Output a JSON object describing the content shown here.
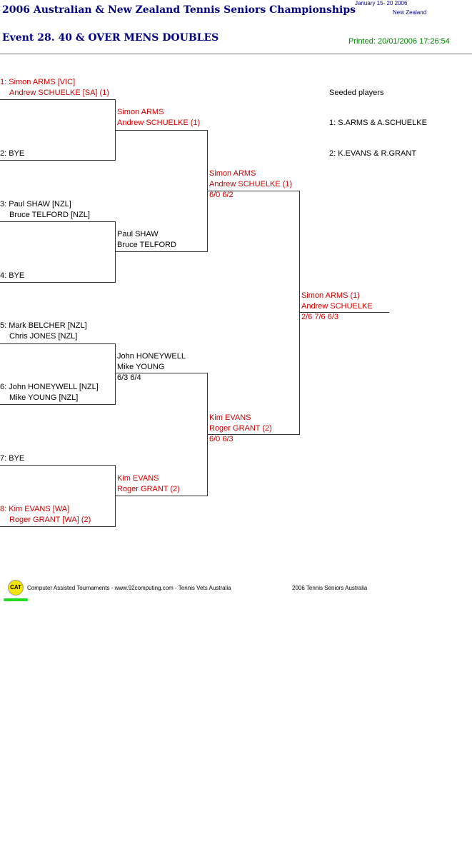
{
  "header": {
    "title": "2006 Australian & New Zealand Tennis Seniors Championships",
    "dates": "January  15- 20 2006",
    "location": "New Zealand",
    "event": "Event 28. 40 & OVER MENS DOUBLES",
    "printed": "Printed: 20/01/2006 17:26:54"
  },
  "round1": [
    {
      "line1": "1: Simon ARMS [VIC]",
      "line2": "Andrew SCHUELKE [SA] (1)",
      "seeded": true
    },
    {
      "line1": "2: BYE",
      "line2": "",
      "seeded": false
    },
    {
      "line1": "3: Paul SHAW [NZL]",
      "line2": "Bruce TELFORD [NZL]",
      "seeded": false
    },
    {
      "line1": "4: BYE",
      "line2": "",
      "seeded": false
    },
    {
      "line1": "5: Mark BELCHER [NZL]",
      "line2": "Chris JONES [NZL]",
      "seeded": false
    },
    {
      "line1": "6: John HONEYWELL [NZL]",
      "line2": "Mike YOUNG [NZL]",
      "seeded": false
    },
    {
      "line1": "7: BYE",
      "line2": "",
      "seeded": false
    },
    {
      "line1": "8: Kim EVANS [WA]",
      "line2": "Roger GRANT [WA] (2)",
      "seeded": true
    }
  ],
  "round2": [
    {
      "line1": "Simon ARMS",
      "line2": "Andrew SCHUELKE (1)",
      "score": "",
      "seeded": true
    },
    {
      "line1": "Paul SHAW",
      "line2": "Bruce TELFORD",
      "score": "",
      "seeded": false
    },
    {
      "line1": "John HONEYWELL",
      "line2": "Mike YOUNG",
      "score": "6/3 6/4",
      "seeded": false
    },
    {
      "line1": "Kim EVANS",
      "line2": "Roger GRANT (2)",
      "score": "",
      "seeded": true
    }
  ],
  "semifinals": [
    {
      "line1": "Simon ARMS",
      "line2": "Andrew SCHUELKE (1)",
      "score": "6/0 6/2"
    },
    {
      "line1": "Kim EVANS",
      "line2": "Roger GRANT (2)",
      "score": "6/0 6/3"
    }
  ],
  "final": {
    "line1": "Simon ARMS (1)",
    "line2": "Andrew SCHUELKE",
    "score": "2/6 7/6 6/3"
  },
  "seeded_players": {
    "heading": "Seeded players",
    "list": [
      "1: S.ARMS & A.SCHUELKE",
      "2: K.EVANS & R.GRANT"
    ]
  },
  "footer": {
    "logo": "CAT",
    "credits": "Computer Assisted Tournaments - www.92computing.com -  Tennis Vets Australia",
    "org": "2006 Tennis Seniors Australia"
  },
  "colors": {
    "seeded": "#cc0000",
    "title": "#000080",
    "printed": "#008000"
  }
}
